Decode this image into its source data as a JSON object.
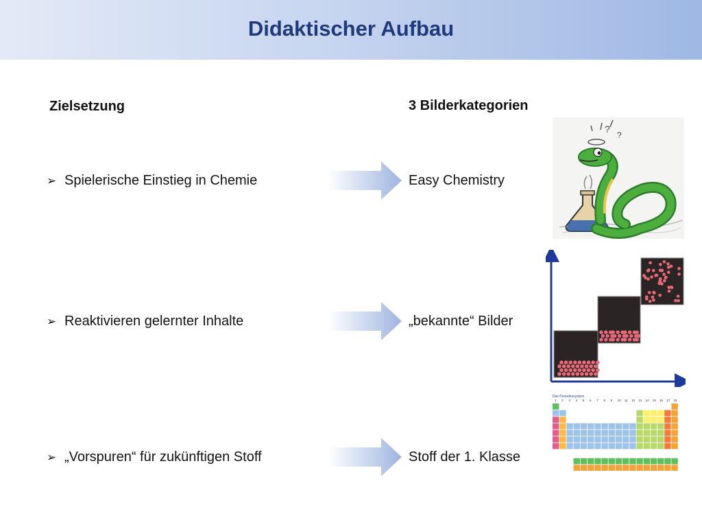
{
  "title": "Didaktischer Aufbau",
  "left_heading": "Zielsetzung",
  "right_heading": "3 Bilderkategorien",
  "rows": [
    {
      "goal": "Spielerische Einstieg in Chemie",
      "category": "Easy Chemistry"
    },
    {
      "goal": "Reaktivieren gelernter Inhalte",
      "category": "„bekannte“ Bilder"
    },
    {
      "goal": "„Vorspuren“ für zukünftigen Stoff",
      "category": "Stoff der 1. Klasse"
    }
  ],
  "bullet_glyph": "➢",
  "periodic_table": {
    "heading": "Das Periodensystem",
    "groups": [
      "1",
      "2",
      "3",
      "4",
      "5",
      "6",
      "7",
      "8",
      "9",
      "10",
      "11",
      "12",
      "13",
      "14",
      "15",
      "16",
      "17",
      "18"
    ]
  },
  "colors": {
    "title": "#1f3a7a",
    "arrow": "#9fb5e0"
  }
}
